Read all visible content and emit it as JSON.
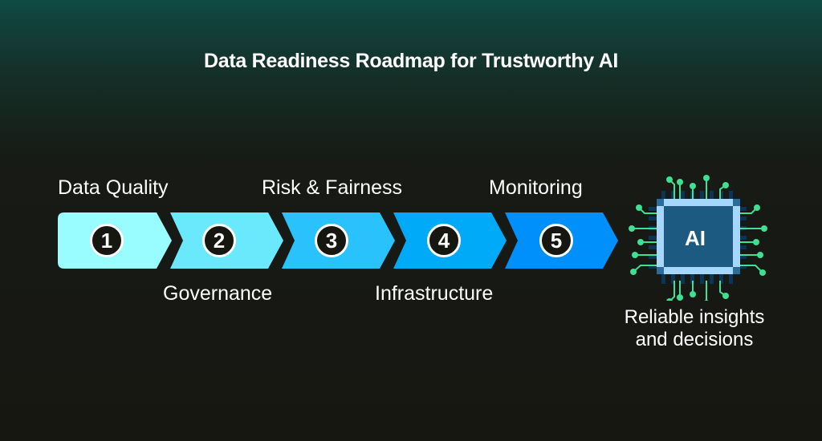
{
  "title": "Data Readiness Roadmap for Trustworthy AI",
  "steps": [
    {
      "number": "1",
      "label": "Data Quality",
      "label_position": "above",
      "color": "#99fdff"
    },
    {
      "number": "2",
      "label": "Governance",
      "label_position": "below",
      "color": "#6ae8fc"
    },
    {
      "number": "3",
      "label": "Risk & Fairness",
      "label_position": "above",
      "color": "#29c2fd"
    },
    {
      "number": "4",
      "label": "Infrastructure",
      "label_position": "below",
      "color": "#00aaf8"
    },
    {
      "number": "5",
      "label": "Monitoring",
      "label_position": "above",
      "color": "#0090fb"
    }
  ],
  "chip": {
    "label": "AI",
    "icon": "ai-chip-icon"
  },
  "outcome": {
    "line1": "Reliable insights",
    "line2": "and decisions"
  }
}
